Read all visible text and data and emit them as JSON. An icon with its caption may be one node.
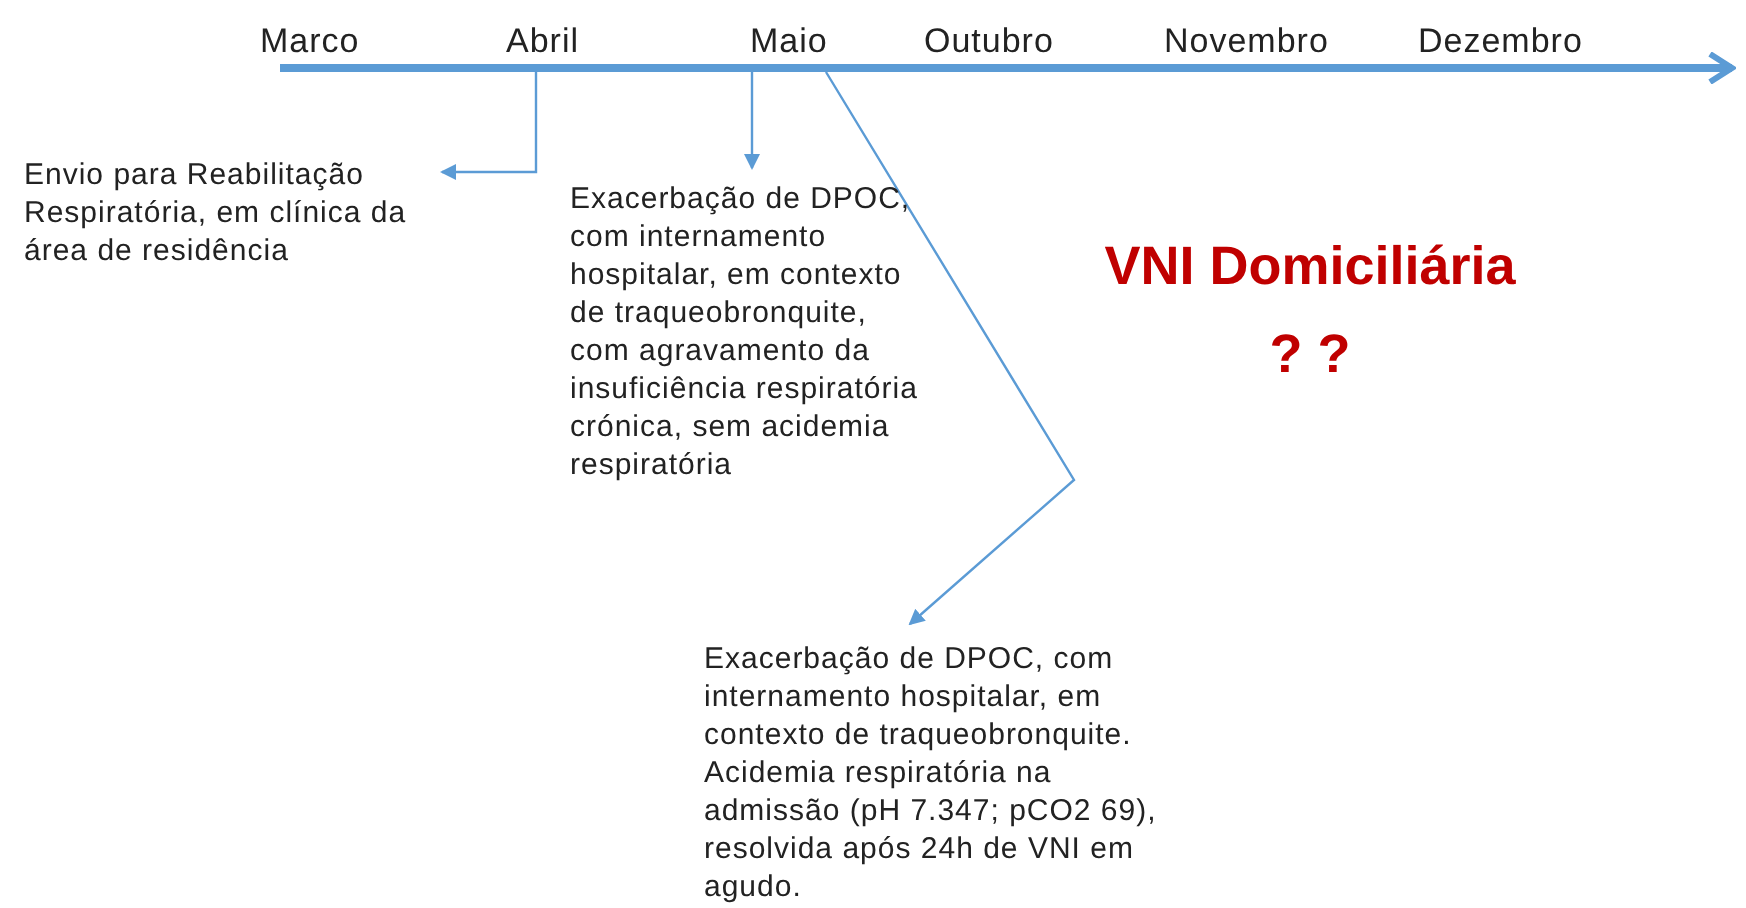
{
  "diagram": {
    "nodes": [
      {
        "text": [
          "Marco"
        ]
      },
      {
        "text": [
          "Abril"
        ]
      },
      {
        "text": [
          "Maio"
        ]
      },
      {
        "text": [
          "Outubro"
        ]
      },
      {
        "text": [
          "Novembro"
        ]
      },
      {
        "text": [
          "Dezembro"
        ]
      },
      {
        "text": [
          "Envio para Reabilitação Respiratória, em clínica da área de residência"
        ]
      },
      {
        "text": [
          "Exacerbação de DPOC, com internamento hospitalar, em contexto de traqueobronquite, com agravamento da insuficiência respiratória crónica, sem acidemia respiratória"
        ]
      },
      {
        "text": [
          "Exacerbação de DPOC, com internamento hospitalar, em contexto de traqueobronquite. Acidemia respiratória na admissão (pH 7.347; pCO2 69), resolvida após 24h de VNI em agudo."
        ]
      }
    ],
    "edges": [
      {
        "from": 1,
        "to": 6,
        "arrow": "to"
      },
      {
        "from": 2,
        "to": 7,
        "arrow": "to"
      },
      {
        "from": 2,
        "to": 8,
        "arrow": "to"
      }
    ],
    "labels": [
      "VNI Domiciliária",
      "? ?"
    ]
  }
}
